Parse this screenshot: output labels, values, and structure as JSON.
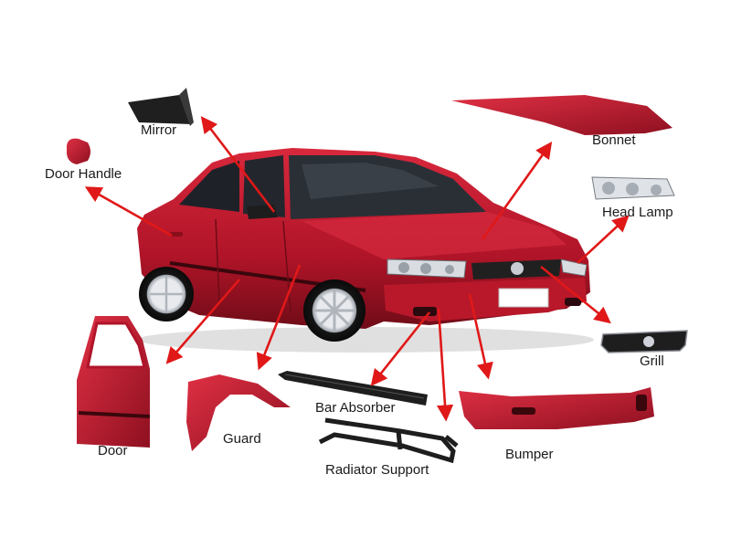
{
  "diagram": {
    "labels": {
      "mirror": "Mirror",
      "door_handle": "Door Handle",
      "bonnet": "Bonnet",
      "head_lamp": "Head Lamp",
      "grill": "Grill",
      "bar_absorber": "Bar Absorber",
      "bumper": "Bumper",
      "guard": "Guard",
      "door": "Door",
      "radiator_support": "Radiator Support"
    },
    "colors": {
      "car_body": "#c0182c",
      "car_shadow": "#7a0e1a",
      "arrow": "#e01818",
      "glass": "#1e2228",
      "chrome": "#d9dde2",
      "black_part": "#202020"
    }
  }
}
